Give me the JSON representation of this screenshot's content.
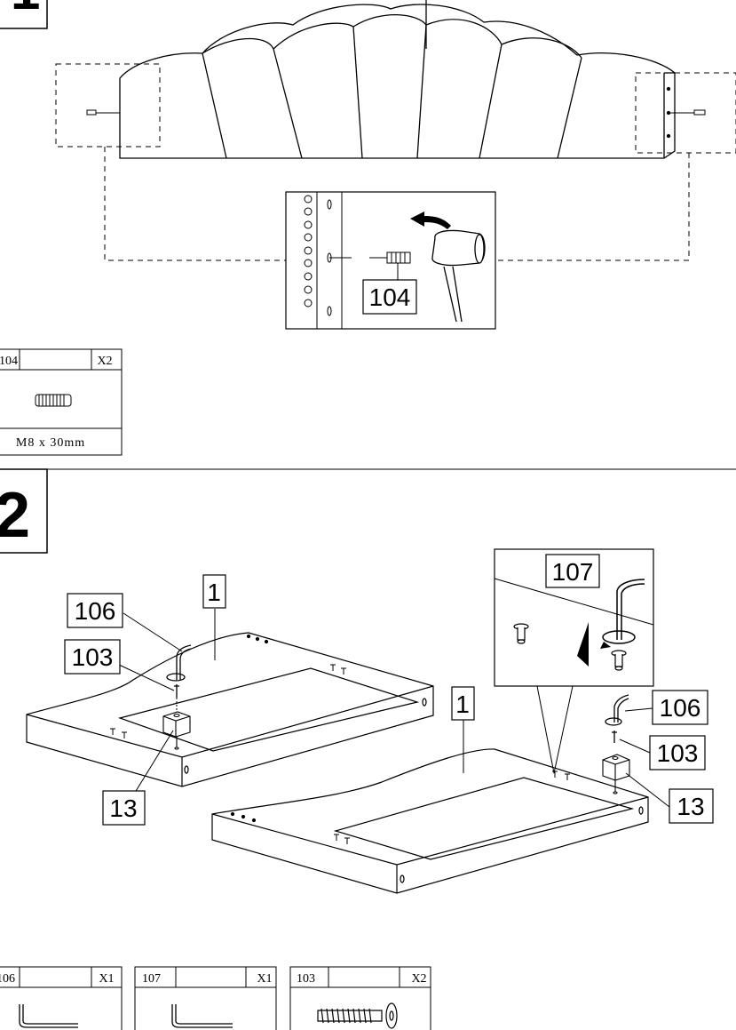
{
  "step1": {
    "number": "1",
    "callout": "104",
    "part_card": {
      "id": "104",
      "qty": "X2",
      "spec": "M8 x 30mm"
    }
  },
  "step2": {
    "number": "2",
    "callouts": {
      "panel_left": "1",
      "panel_right": "1",
      "wrench_left": "106",
      "screw_left": "103",
      "block_left": "13",
      "inset_wrench": "107",
      "wrench_right": "106",
      "screw_right": "103",
      "block_right": "13"
    },
    "part_cards": [
      {
        "id": "106",
        "qty": "X1",
        "icon": "allen-key-icon"
      },
      {
        "id": "107",
        "qty": "X1",
        "icon": "allen-key-icon"
      },
      {
        "id": "103",
        "qty": "X2",
        "icon": "screw-icon"
      }
    ]
  }
}
